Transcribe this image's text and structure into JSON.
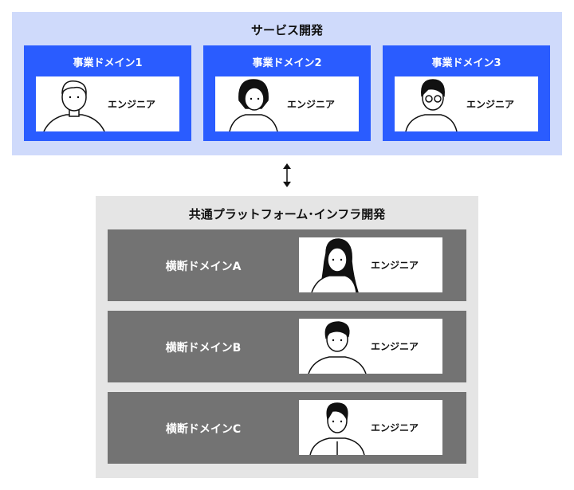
{
  "service": {
    "title": "サービス開発",
    "domains": [
      {
        "label": "事業ドメイン1",
        "role": "エンジニア"
      },
      {
        "label": "事業ドメイン2",
        "role": "エンジニア"
      },
      {
        "label": "事業ドメイン3",
        "role": "エンジニア"
      }
    ]
  },
  "platform": {
    "title": "共通プラットフォーム･インフラ開発",
    "domains": [
      {
        "label": "横断ドメインA",
        "role": "エンジニア"
      },
      {
        "label": "横断ドメインB",
        "role": "エンジニア"
      },
      {
        "label": "横断ドメインC",
        "role": "エンジニア"
      }
    ]
  },
  "colors": {
    "service_bg": "#cfdafb",
    "service_box": "#2a5cff",
    "platform_bg": "#e5e5e5",
    "platform_box": "#737373"
  }
}
